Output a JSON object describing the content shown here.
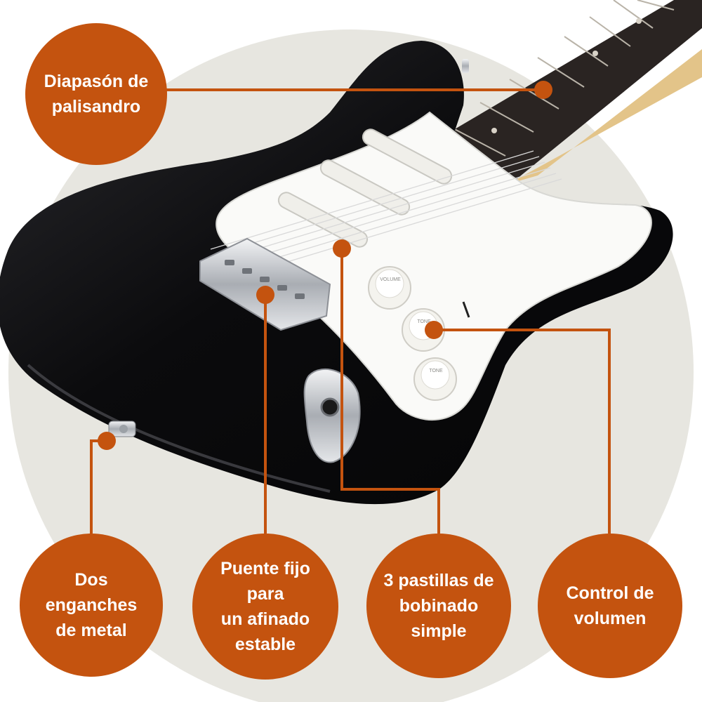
{
  "colors": {
    "accent": "#C4530F",
    "backdrop": "#E7E6E0",
    "guitar_body": "#0B0B0D",
    "pickguard": "#FAFAF8",
    "fretboard": "#2A2422",
    "chrome": "#C9CCD1"
  },
  "callouts": {
    "fretboard": {
      "label": "Diapasón de\npalisandro"
    },
    "strap_buttons": {
      "label": "Dos enganches\nde metal"
    },
    "bridge": {
      "label": "Puente fijo para\nun afinado\nestable"
    },
    "pickups": {
      "label": "3 pastillas de\nbobinado simple"
    },
    "volume": {
      "label": "Control de\nvolumen"
    }
  },
  "knob_labels": {
    "volume": "VOLUME",
    "tone_1": "TONE",
    "tone_2": "TONE"
  }
}
